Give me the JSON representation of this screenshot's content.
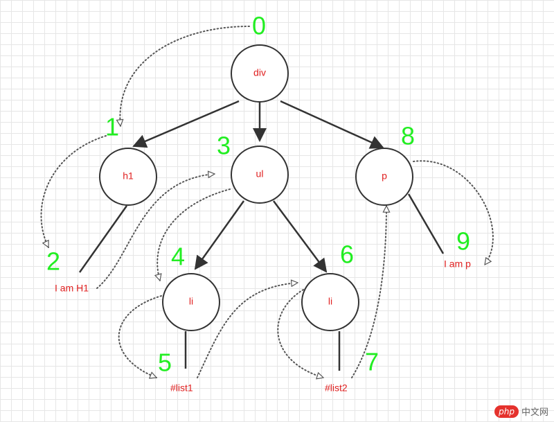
{
  "colors": {
    "label": "#e02020",
    "order": "#22ee22",
    "stroke": "#333333"
  },
  "nodes": [
    {
      "id": "div",
      "label": "div"
    },
    {
      "id": "h1",
      "label": "h1"
    },
    {
      "id": "ul",
      "label": "ul"
    },
    {
      "id": "p",
      "label": "p"
    },
    {
      "id": "li1",
      "label": "li"
    },
    {
      "id": "li2",
      "label": "li"
    }
  ],
  "text_leaves": [
    {
      "id": "text-h1",
      "label": "I am H1"
    },
    {
      "id": "text-list1",
      "label": "#list1"
    },
    {
      "id": "text-list2",
      "label": "#list2"
    },
    {
      "id": "text-p",
      "label": "I am p"
    }
  ],
  "order_numbers": [
    "0",
    "1",
    "2",
    "3",
    "4",
    "5",
    "6",
    "7",
    "8",
    "9"
  ],
  "watermark": {
    "logo_text": "php",
    "site_text": "中文网"
  }
}
